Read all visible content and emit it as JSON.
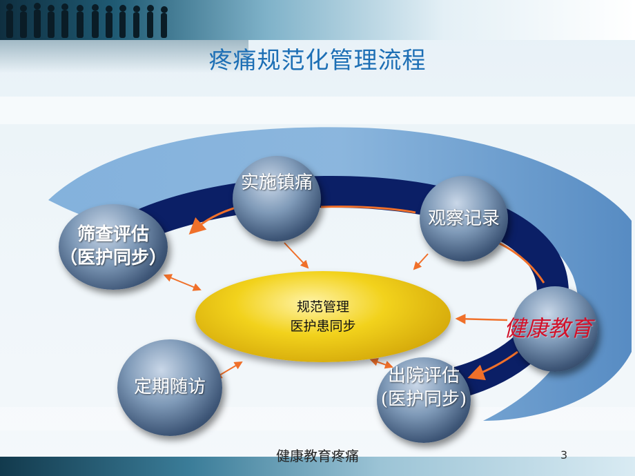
{
  "title": "疼痛规范化管理流程",
  "center": {
    "line1": "规范管理",
    "line2": "医护患同步"
  },
  "nodes": {
    "screening": {
      "line1": "筛查评估",
      "line2": "（医护同步）"
    },
    "analgesia": {
      "label": "实施镇痛"
    },
    "observation": {
      "label": "观察记录"
    },
    "education": {
      "label": "健康教育"
    },
    "discharge": {
      "line1": "出院评估",
      "line2": "(医护同步)"
    },
    "followup": {
      "label": "定期随访"
    }
  },
  "colors": {
    "title": "#1d6fb5",
    "track": "#0b1f66",
    "arrow": "#f0702a",
    "education_text": "#d2112a",
    "center_fill": "#f2d21c",
    "swoosh": "#6f9fcf"
  },
  "footer": {
    "text": "健康教育疼痛",
    "page_number": "3"
  }
}
